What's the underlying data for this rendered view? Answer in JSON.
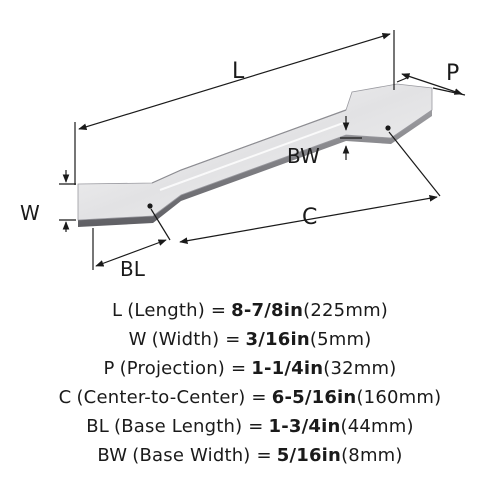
{
  "diagram": {
    "labels": {
      "length": "L",
      "projection": "P",
      "width": "W",
      "base_width": "BW",
      "center_to_center": "C",
      "base_length": "BL"
    }
  },
  "specs": [
    {
      "code": "L",
      "name": "(Length) =",
      "fraction": "8-7/8in",
      "metric": "(225mm)"
    },
    {
      "code": "W",
      "name": "(Width) =",
      "fraction": "3/16in",
      "metric": "(5mm)"
    },
    {
      "code": "P",
      "name": "(Projection) =",
      "fraction": "1-1/4in",
      "metric": "(32mm)"
    },
    {
      "code": "C",
      "name": "(Center-to-Center) =",
      "fraction": "6-5/16in",
      "metric": "(160mm)"
    },
    {
      "code": "BL",
      "name": "(Base Length) =",
      "fraction": "1-3/4in",
      "metric": "(44mm)"
    },
    {
      "code": "BW",
      "name": "(Base Width) =",
      "fraction": "5/16in",
      "metric": "(8mm)"
    }
  ]
}
